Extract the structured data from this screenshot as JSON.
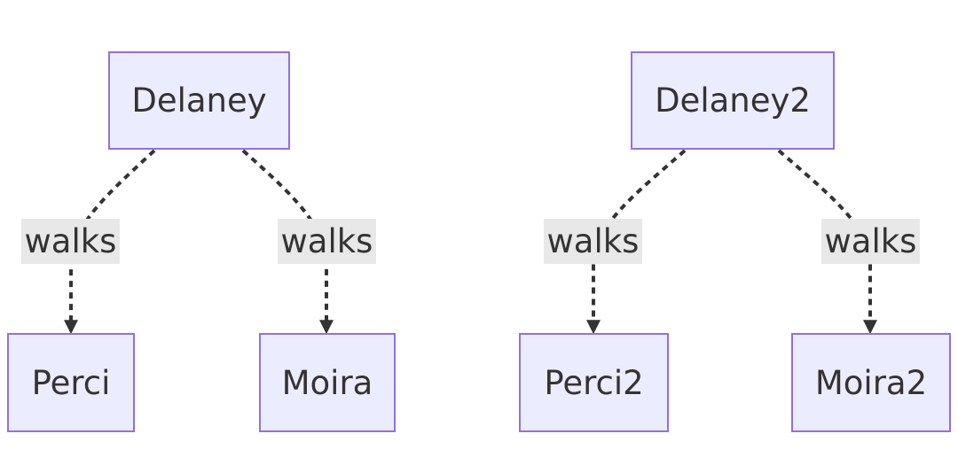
{
  "diagram": {
    "colors": {
      "node_fill": "#ECECFF",
      "node_border": "#9370DB",
      "text": "#333333",
      "edge": "#333333",
      "label_bg": "#e8e8e8"
    },
    "trees": [
      {
        "root": "Delaney",
        "children": [
          {
            "name": "Perci",
            "edge_label": "walks"
          },
          {
            "name": "Moira",
            "edge_label": "walks"
          }
        ]
      },
      {
        "root": "Delaney2",
        "children": [
          {
            "name": "Perci2",
            "edge_label": "walks"
          },
          {
            "name": "Moira2",
            "edge_label": "walks"
          }
        ]
      }
    ],
    "edge_style": "dashed-arrow"
  }
}
